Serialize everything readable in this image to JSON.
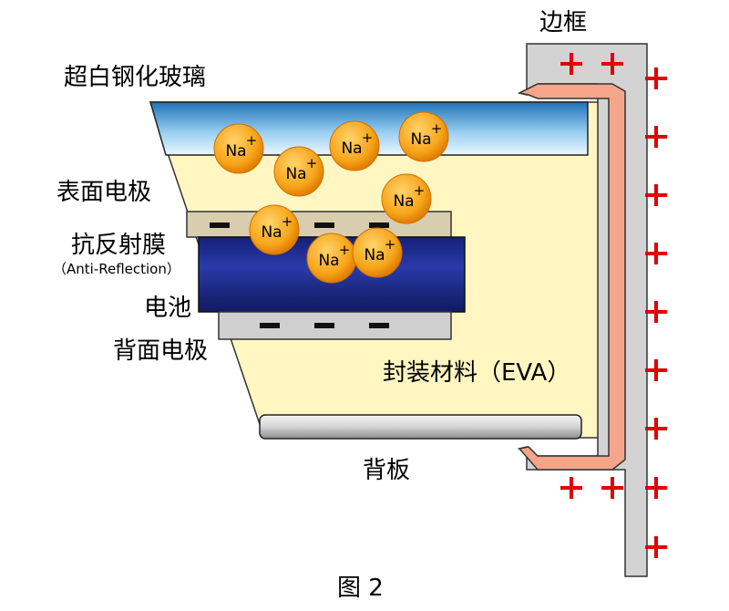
{
  "labels": {
    "frame": "边框",
    "glass": "超白钢化玻璃",
    "front_electrode": "表面电极",
    "anti_reflection": "抗反射膜",
    "anti_reflection_en": "（Anti-Reflection）",
    "cell": "电池",
    "back_electrode": "背面电极",
    "eva": "封装材料（EVA）",
    "backsheet": "背板",
    "caption": "图 2"
  },
  "ion": {
    "symbol": "Na",
    "charge": "+"
  },
  "charges": {
    "positive": "+",
    "negative": "—"
  },
  "colors": {
    "frame": "#d0d0d0",
    "frame_inner": "#f4a58a",
    "eva": "#fff6c2",
    "glass_top": "#1e73b8",
    "glass_bottom": "#e3f2ff",
    "front_electrode": "#d9cdb0",
    "cell": "#1e2a8c",
    "back_electrode": "#c8c8c8",
    "ion": "#f6a623",
    "plus": "#e00000"
  }
}
